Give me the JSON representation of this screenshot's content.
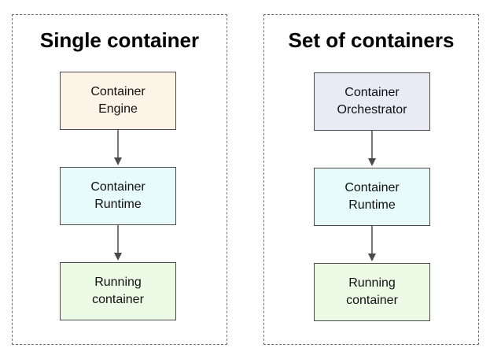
{
  "groups": [
    {
      "title": "Single container",
      "nodes": [
        {
          "label": "Container\nEngine",
          "fill": "#fdf4e7"
        },
        {
          "label": "Container\nRuntime",
          "fill": "#e8fbfb"
        },
        {
          "label": "Running\ncontainer",
          "fill": "#ebfbe6"
        }
      ]
    },
    {
      "title": "Set of containers",
      "nodes": [
        {
          "label": "Container\nOrchestrator",
          "fill": "#eaeaf7"
        },
        {
          "label": "Container\nRuntime",
          "fill": "#e8fbfb"
        },
        {
          "label": "Running\ncontainer",
          "fill": "#ebfbe6"
        }
      ]
    }
  ],
  "colors": {
    "border": "#4a4a4a",
    "arrow": "#4a4a4a",
    "dashed_border": "#6f6f6f"
  }
}
